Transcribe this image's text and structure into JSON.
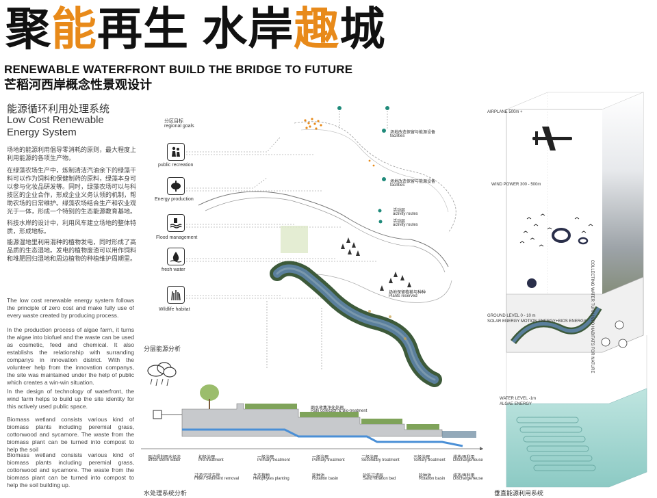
{
  "title": {
    "part1": "聚",
    "part2": "能",
    "part3": "再生 水岸",
    "part4": "趣",
    "part5": "城"
  },
  "subtitle_en": "RENEWABLE WATERFRONT   BUILD THE BRIDGE TO FUTURE",
  "subtitle_cn": "芒稻河西岸概念性景观设计",
  "section": {
    "title_cn": "能源循环利用处理系统",
    "title_en": "Low Cost Renewable Energy System"
  },
  "cn_paragraphs": [
    "场地的能源利用倡导零消耗的原则，最大程度上利用能源的各项生产物。",
    "在绿藻农场生产中，炼制清洁汽油余下的绿藻干料可以作为饲料和保健制药的原料，绿藻本身可以参与化妆品研发等。同时，绿藻农场可以与科技区的企业合作，形成企业义务认领的机制，帮助农场的日常维护。绿藻农场结合生产和农业观光于一体，形成一个特别的生态能源教育基地。",
    "科技水岸的设计中，利用风车建立场地的整体特质，形成地标。",
    "能源湿地里利用混种的植物发电，同时形成了高品质的生态湿地。发电的植物废渣可以用作饲料和堆肥回归湿地和周边植物的种植维护周期里。"
  ],
  "en_paragraphs": [
    "The low cost renewable energy system follows the principle of zero cost and make fully use of every waste created by producing process.",
    "In the production process of algae farm, it turns the algae into biofuel and the waste can be used as cosmetic, feed and chemical. It also establishs the relationship with surranding companys in innovation district. With the volunteer help from the innovation companys, the site was maintained under the help of public which creates a win-win situation.",
    "In the design of technology of waterfront, the wind farm helps to build up the site identity for this actively used public space.",
    "Biomass wetland consists various kind of biomass plants including peremial grass, cottonwood and sycamore. The waste from the biomass plant can be turned into compost to help the soil",
    "Biomass wetland consists various kind of biomass plants including peremial grass, cottonwood and sycamore. The waste from the biomass plant can be turned into compost to help the soil building up."
  ],
  "regional_goals": {
    "cn": "分区目标",
    "en": "regional goals"
  },
  "goals": [
    {
      "label": "public recreation",
      "icon": "people-icon"
    },
    {
      "label": "Energy production",
      "icon": "energy-icon"
    },
    {
      "label": "Flood management",
      "icon": "flood-icon"
    },
    {
      "label": "fresh water",
      "icon": "water-drop-icon"
    },
    {
      "label": "Wildlife habitat",
      "icon": "grass-icon"
    }
  ],
  "map_labels": {
    "facilities1_cn": "场地改造保留与能源设备",
    "facilities1_en": "facilities",
    "facilities2_cn": "场地改造保留与能源设备",
    "facilities2_en": "facilities",
    "activity1_cn": "活动层",
    "activity1_en": "activity routes",
    "activity2_cn": "活动层",
    "activity2_en": "activity routes",
    "plants_cn": "场地保留植被与种种",
    "plants_en": "Plants reserved"
  },
  "layer_analysis": "分层能源分析",
  "water_system_label": "水处理系统分析",
  "vertical_label": "垂直能源利用系统",
  "section_labels": {
    "rain_cn": "雨水收集净化处理",
    "rain_en": "Rain collection & Bio-treatment"
  },
  "stages": [
    {
      "cn": "周边规划雨水径流",
      "en": "offset storm water",
      "cn2": "",
      "en2": ""
    },
    {
      "cn": "初级治理",
      "en": "Pre-treatment",
      "cn2": "过滤/沉淀去除",
      "en2": "Filter/ Sediment removal"
    },
    {
      "cn": "一级治理",
      "en": "Primary treatment",
      "cn2": "生态植物",
      "en2": "Helophytes planting"
    },
    {
      "cn": "一级治理",
      "en": "Primary treatment",
      "cn2": "轮种池",
      "en2": "Rotation basin"
    },
    {
      "cn": "二级治理",
      "en": "Secondary treatment",
      "cn2": "砂砾过滤层",
      "en2": "Sand filtration bed"
    },
    {
      "cn": "三级治理",
      "en": "Tertiary treatment",
      "cn2": "轮种池",
      "en2": "Rotation basin"
    },
    {
      "cn": "排放/再利用",
      "en": "Discharge/reuse",
      "cn2": "排放/再利用",
      "en2": "Discharge/reuse"
    }
  ],
  "vertical": {
    "airplane": "AIRPLANE 500m +",
    "wind": "WIND POWER    300 - 500m",
    "ground1": "GROUND LEVEL    0 - 10 m",
    "ground2": "SOLAR ENERGY MOTION ENERGY+BIOS ENERGY",
    "water1": "WATER LEVEL   -1m",
    "water2": "ALGAE ENERGY",
    "side": "COLLECTING WATER TURN INTO HABITATS FOR NATURE"
  },
  "colors": {
    "accent": "#e88a1a",
    "water": "#4a8fd6",
    "river": "#4b6f8a",
    "teal": "#1f8a7a",
    "algae": "#a9dcd6"
  }
}
